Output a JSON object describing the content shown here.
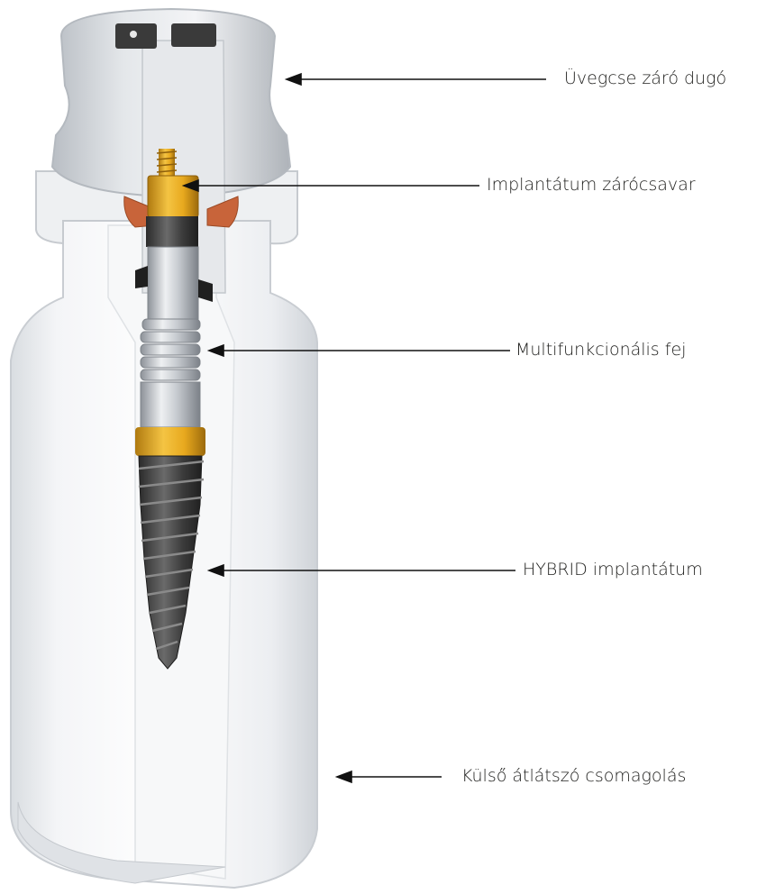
{
  "diagram": {
    "callouts": [
      {
        "id": "cap",
        "label": "Üvegcse záró dugó"
      },
      {
        "id": "screw",
        "label": "Implantátum zárócsavar"
      },
      {
        "id": "head",
        "label": "Multifunkcionális fej"
      },
      {
        "id": "implant",
        "label": "HYBRID implantátum"
      },
      {
        "id": "vial",
        "label": "Külső átlátszó csomagolás"
      }
    ],
    "colors": {
      "gold": "#e8a91e",
      "copper": "#c8643a",
      "implant_dark": "#3b3b3b",
      "glass": "#e9ecef",
      "line": "#111111"
    }
  }
}
